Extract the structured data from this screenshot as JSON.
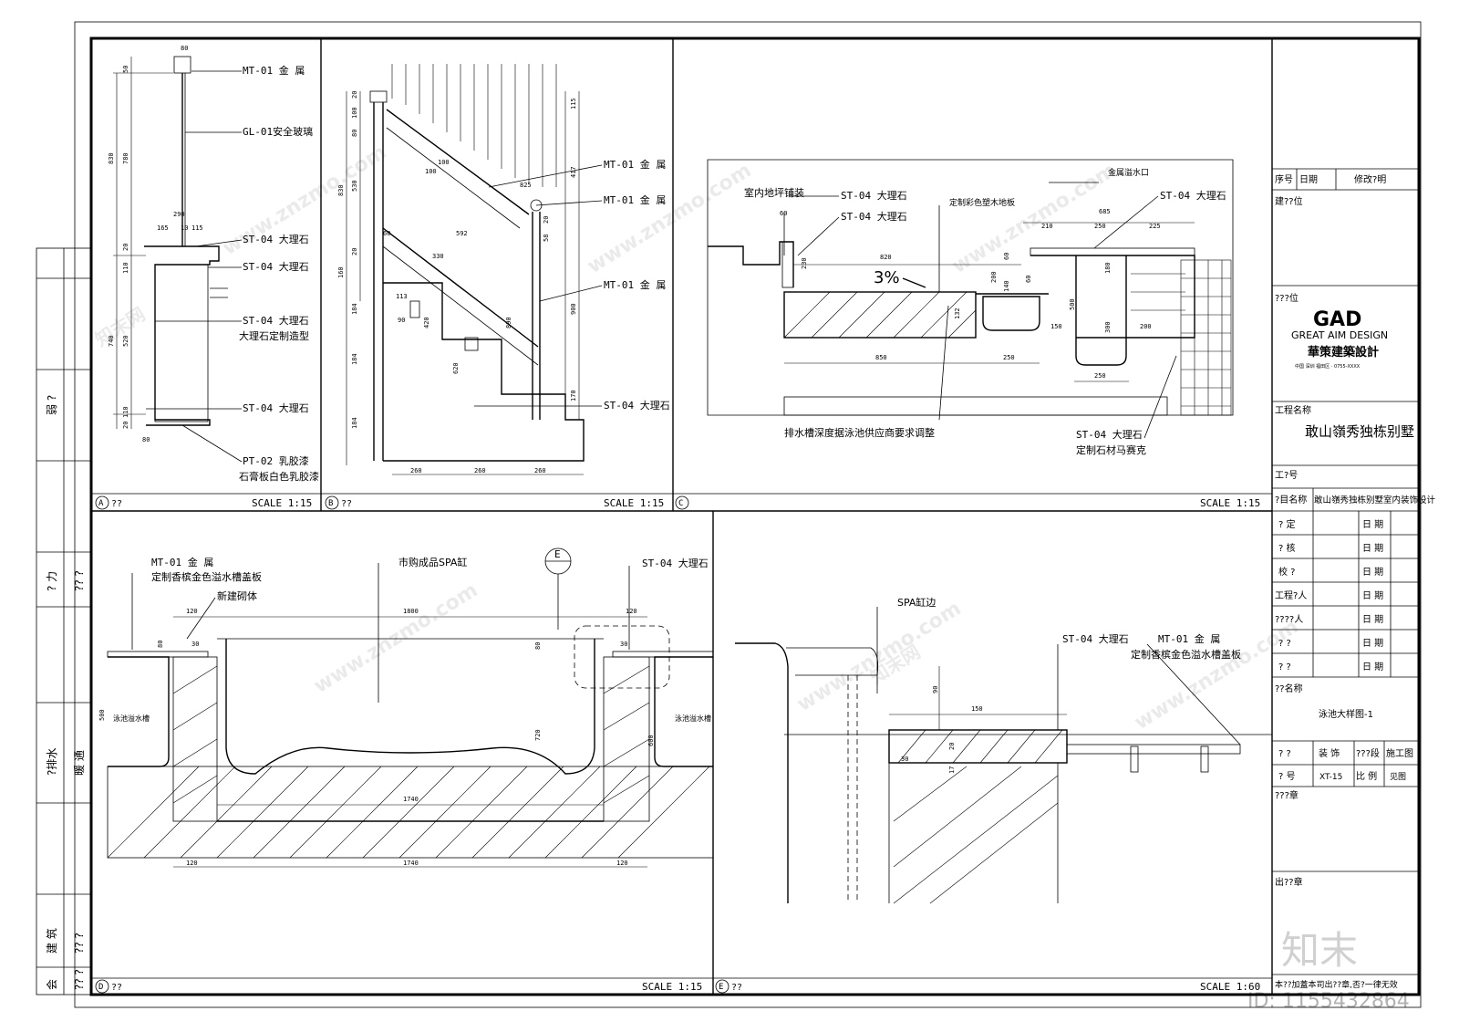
{
  "panels": {
    "a": {
      "id": "A",
      "title_mark": "??",
      "scale": "SCALE 1:15",
      "labels": [
        "MT-01 金 属",
        "GL-01安全玻璃",
        "ST-04 大理石",
        "ST-04 大理石",
        "ST-04 大理石",
        "大理石定制造型",
        "ST-04 大理石",
        "PT-02 乳胶漆",
        "石膏板白色乳胶漆"
      ],
      "dims": [
        "80",
        "50",
        "830",
        "780",
        "290",
        "165",
        "10",
        "115",
        "20",
        "110",
        "740",
        "520",
        "110",
        "20",
        "80"
      ]
    },
    "b": {
      "id": "B",
      "title_mark": "??",
      "scale": "SCALE 1:15",
      "labels": [
        "MT-01 金 属",
        "MT-01 金 属",
        "MT-01 金 属",
        "ST-04 大理石"
      ],
      "dims": [
        "20",
        "100",
        "80",
        "830",
        "530",
        "20",
        "160",
        "184",
        "184",
        "184",
        "60",
        "592",
        "330",
        "113",
        "90",
        "620",
        "420",
        "260",
        "260",
        "260",
        "100",
        "100",
        "825",
        "890",
        "115",
        "417",
        "20",
        "58",
        "900",
        "170"
      ]
    },
    "c": {
      "id": "C",
      "title_mark": "",
      "scale": "SCALE 1:15",
      "labels": [
        "室内地坪铺装",
        "ST-04 大理石",
        "ST-04 大理石",
        "定制彩色塑木地板",
        "金属溢水口",
        "ST-04 大理石",
        "排水槽深度据泳池供应商要求调整",
        "ST-04 大理石",
        "定制石材马赛克"
      ],
      "slope": "3%",
      "dims": [
        "60",
        "230",
        "820",
        "685",
        "210",
        "250",
        "225",
        "60",
        "200",
        "140",
        "60",
        "180",
        "150",
        "500",
        "300",
        "200",
        "850",
        "250",
        "250",
        "132"
      ]
    },
    "d": {
      "id": "D",
      "title_mark": "??",
      "scale": "SCALE 1:15",
      "labels": [
        "MT-01 金 属",
        "定制香槟金色溢水槽盖板",
        "新建砌体",
        "市购成品SPA缸",
        "ST-04 大理石",
        "泳池溢水槽",
        "泳池溢水槽"
      ],
      "section_mark": "E",
      "dims": [
        "120",
        "1800",
        "120",
        "80",
        "30",
        "80",
        "30",
        "500",
        "720",
        "600",
        "1740",
        "120",
        "1740",
        "120"
      ]
    },
    "e": {
      "id": "E",
      "title_mark": "??",
      "scale": "SCALE 1:60",
      "labels": [
        "SPA缸边",
        "ST-04 大理石",
        "MT-01 金 属",
        "定制香槟金色溢水槽盖板"
      ],
      "dims": [
        "90",
        "150",
        "20",
        "30",
        "17"
      ]
    }
  },
  "left_strip": {
    "rows": [
      {
        "a": "弱 ?",
        "b": ""
      },
      {
        "a": "? 力",
        "b": "?? ?"
      },
      {
        "a": "?排水",
        "b": "暖 通"
      },
      {
        "a": "建 筑",
        "b": "?? ?"
      },
      {
        "a": "会",
        "b": "?? ?"
      }
    ]
  },
  "title_block": {
    "header": [
      "序号",
      "日期",
      "修改?明"
    ],
    "unit1": "建??位",
    "unit2": "???位",
    "logo": "GAD",
    "logo_sub": "GREAT AIM DESIGN",
    "logo_cn": "華策建築設計",
    "logo_small": "中国 深圳 福田区 · 0755-XXXX",
    "project_label": "工程名称",
    "project_name": "敢山嶺秀独栋别墅",
    "project_no_label": "工?号",
    "item_label": "?目名称",
    "item_name": "敢山嶺秀独栋别墅室内装饰设计",
    "sign_rows": [
      {
        "role": "? 定",
        "date": "日 期"
      },
      {
        "role": "? 核",
        "date": "日 期"
      },
      {
        "role": "校 ?",
        "date": "日 期"
      },
      {
        "role": "工程?人",
        "date": "日 期"
      },
      {
        "role": "????人",
        "date": "日 期"
      },
      {
        "role": "? ?",
        "date": "日 期"
      },
      {
        "role": "? ?",
        "date": "日 期"
      }
    ],
    "drawing_name_label": "??名称",
    "drawing_name": "泳池大样图-1",
    "cat_label": "? ?",
    "cat_value": "装 饰",
    "stage_label": "???段",
    "stage_value": "施工图",
    "no_label": "? 号",
    "no_value": "XT-15",
    "scale_label": "比 例",
    "scale_value": "见图",
    "seal_label": "???章",
    "out_seal_label": "出??章",
    "footer_note": "本??加蓋本司出??章,否?一律无效"
  },
  "watermark": {
    "brand": "知末",
    "id_text": "ID: 1155432864",
    "url": "www.znzmo.com",
    "cn": "知末网"
  }
}
